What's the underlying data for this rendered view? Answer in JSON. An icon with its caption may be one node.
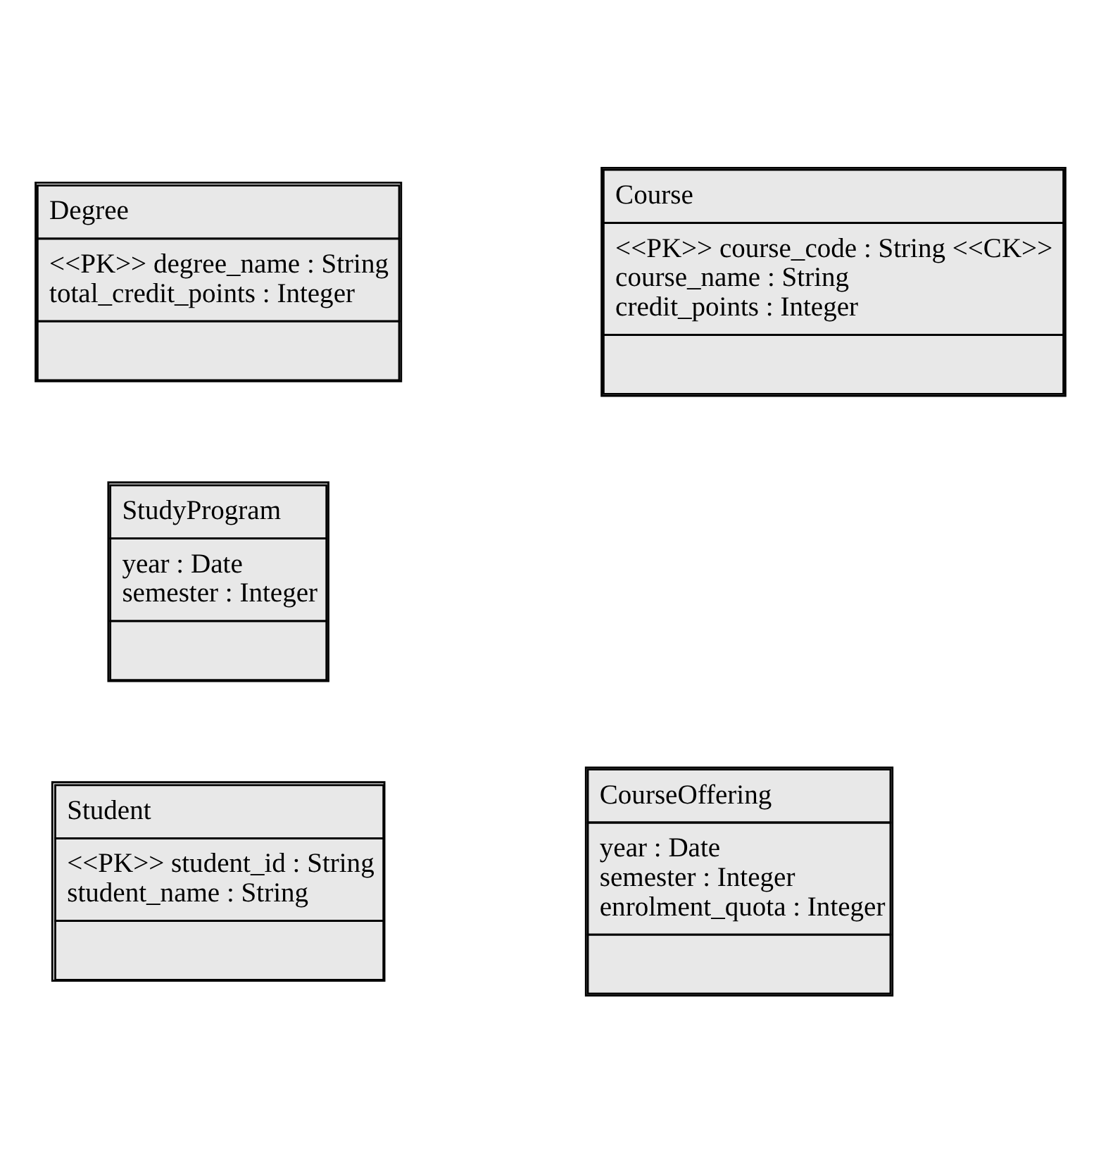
{
  "diagram": {
    "nodes": [
      {
        "text": [
          "Degree",
          "<<PK>> degree_name : String",
          "total_credit_points : Integer"
        ]
      },
      {
        "text": [
          "Course",
          "<<PK>> course_code : String <<CK>>",
          "course_name : String",
          "credit_points : Integer"
        ]
      },
      {
        "text": [
          "StudyProgram",
          "year : Date",
          "semester : Integer"
        ]
      },
      {
        "text": [
          "Student",
          "<<PK>> student_id : String",
          "student_name : String"
        ]
      },
      {
        "text": [
          "CourseOffering",
          "year : Date",
          "semester : Integer",
          "enrolment_quota : Integer"
        ]
      }
    ],
    "edges": []
  }
}
